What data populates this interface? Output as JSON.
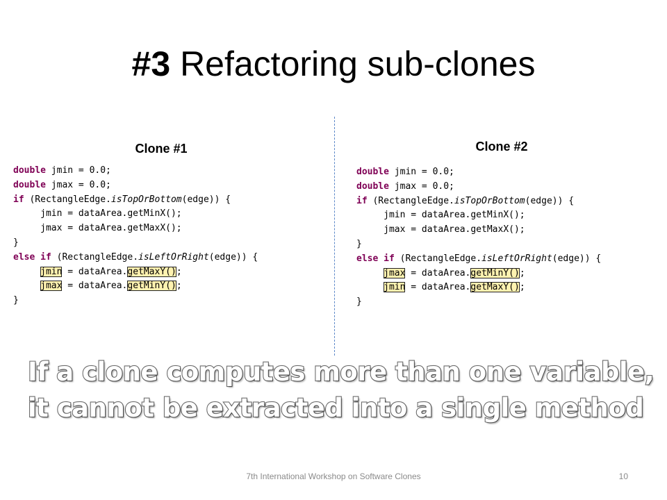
{
  "title": {
    "number": "#3",
    "text": "Refactoring sub-clones"
  },
  "clones": [
    {
      "heading": "Clone #1",
      "lines": [
        [
          {
            "t": "double",
            "s": "kw"
          },
          {
            "t": " jmin = 0.0;"
          }
        ],
        [
          {
            "t": "double",
            "s": "kw"
          },
          {
            "t": " jmax = 0.0;"
          }
        ],
        [
          {
            "t": "if",
            "s": "kw"
          },
          {
            "t": " (RectangleEdge."
          },
          {
            "t": "isTopOrBottom",
            "s": "it"
          },
          {
            "t": "(edge)) {"
          }
        ],
        [
          {
            "t": "     jmin = dataArea.getMinX();"
          }
        ],
        [
          {
            "t": "     jmax = dataArea.getMaxX();"
          }
        ],
        [
          {
            "t": "}"
          }
        ],
        [
          {
            "t": "else",
            "s": "kw"
          },
          {
            "t": " "
          },
          {
            "t": "if",
            "s": "kw"
          },
          {
            "t": " (RectangleEdge."
          },
          {
            "t": "isLeftOrRight",
            "s": "it"
          },
          {
            "t": "(edge)) {"
          }
        ],
        [
          {
            "t": "     "
          },
          {
            "t": "jmin",
            "s": "hl"
          },
          {
            "t": " = dataArea."
          },
          {
            "t": "getMaxY()",
            "s": "hl"
          },
          {
            "t": ";"
          }
        ],
        [
          {
            "t": "     "
          },
          {
            "t": "jmax",
            "s": "hl"
          },
          {
            "t": " = dataArea."
          },
          {
            "t": "getMinY()",
            "s": "hl"
          },
          {
            "t": ";"
          }
        ],
        [
          {
            "t": "}"
          }
        ]
      ]
    },
    {
      "heading": "Clone #2",
      "lines": [
        [
          {
            "t": "double",
            "s": "kw"
          },
          {
            "t": " jmin = 0.0;"
          }
        ],
        [
          {
            "t": "double",
            "s": "kw"
          },
          {
            "t": " jmax = 0.0;"
          }
        ],
        [
          {
            "t": "if",
            "s": "kw"
          },
          {
            "t": " (RectangleEdge."
          },
          {
            "t": "isTopOrBottom",
            "s": "it"
          },
          {
            "t": "(edge)) {"
          }
        ],
        [
          {
            "t": "     jmin = dataArea.getMinX();"
          }
        ],
        [
          {
            "t": "     jmax = dataArea.getMaxX();"
          }
        ],
        [
          {
            "t": "}"
          }
        ],
        [
          {
            "t": "else",
            "s": "kw"
          },
          {
            "t": " "
          },
          {
            "t": "if",
            "s": "kw"
          },
          {
            "t": " (RectangleEdge."
          },
          {
            "t": "isLeftOrRight",
            "s": "it"
          },
          {
            "t": "(edge)) {"
          }
        ],
        [
          {
            "t": "     "
          },
          {
            "t": "jmax",
            "s": "hl"
          },
          {
            "t": " = dataArea."
          },
          {
            "t": "getMinY()",
            "s": "hl"
          },
          {
            "t": ";"
          }
        ],
        [
          {
            "t": "     "
          },
          {
            "t": "jmin",
            "s": "hl"
          },
          {
            "t": " = dataArea."
          },
          {
            "t": "getMaxY()",
            "s": "hl"
          },
          {
            "t": ";"
          }
        ],
        [
          {
            "t": "}"
          }
        ]
      ]
    }
  ],
  "message": {
    "line1": "If a clone computes more than one variable,",
    "line2": "it cannot be extracted into a single method"
  },
  "footer": {
    "text": "7th International Workshop on Software Clones",
    "page": "10"
  },
  "colors": {
    "keyword": "#7f0055",
    "highlight": "#fff2b0",
    "divider": "#5b87c8"
  }
}
